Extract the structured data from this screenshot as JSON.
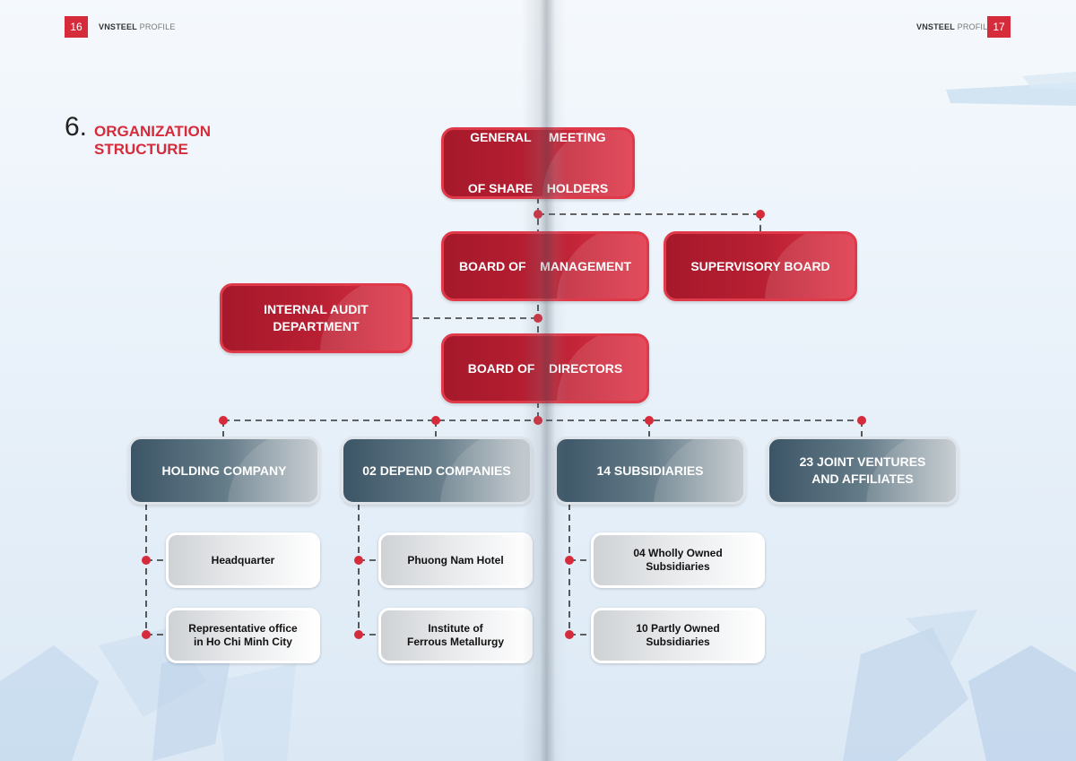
{
  "header": {
    "left_page_number": "16",
    "right_page_number": "17",
    "running_head_bold": "VNSTEEL",
    "running_head_light": "PROFILE"
  },
  "section": {
    "number": "6.",
    "title_line1": "ORGANIZATION",
    "title_line2": "STRUCTURE"
  },
  "org_chart": {
    "general_meeting": {
      "line1": "GENERAL     MEETING",
      "line2": "OF SHARE    HOLDERS"
    },
    "board_of_management": "BOARD OF    MANAGEMENT",
    "supervisory_board": "SUPERVISORY BOARD",
    "internal_audit": {
      "line1": "INTERNAL AUDIT",
      "line2": "DEPARTMENT"
    },
    "board_of_directors": "BOARD OF    DIRECTORS",
    "units": [
      {
        "line1": "HOLDING COMPANY",
        "line2": ""
      },
      {
        "line1": "02 DEPEND COMPANIES",
        "line2": ""
      },
      {
        "line1": "14 SUBSIDIARIES",
        "line2": ""
      },
      {
        "line1": "23 JOINT VENTURES",
        "line2": "AND AFFILIATES"
      }
    ],
    "holding_children": [
      {
        "line1": "Headquarter",
        "line2": ""
      },
      {
        "line1": "Representative office",
        "line2": "in Ho Chi Minh City"
      }
    ],
    "depend_children": [
      {
        "line1": "Phuong Nam Hotel",
        "line2": ""
      },
      {
        "line1": "Institute of",
        "line2": "Ferrous Metallurgy"
      }
    ],
    "subsidiary_children": [
      {
        "line1": "04 Wholly Owned",
        "line2": "Subsidiaries"
      },
      {
        "line1": "10 Partly Owned",
        "line2": "Subsidiaries"
      }
    ]
  },
  "colors": {
    "accent_red": "#d52b3a",
    "slate": "#3c5566",
    "connector": "#333333"
  }
}
